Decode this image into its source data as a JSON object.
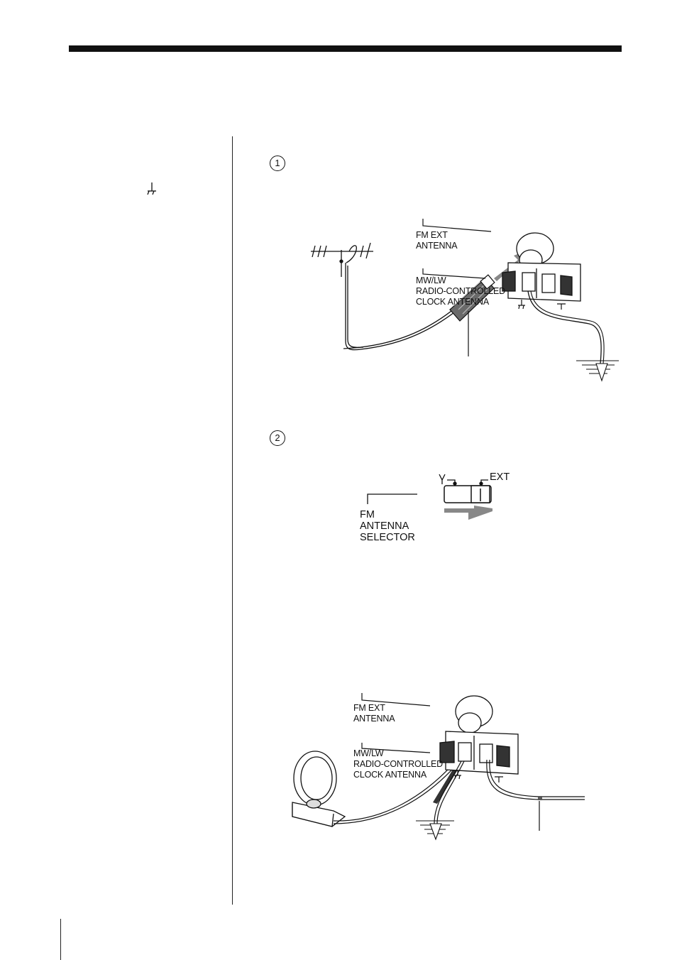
{
  "steps": {
    "step1": "1",
    "step2": "2"
  },
  "figure1": {
    "fm_ext_antenna": "FM EXT\nANTENNA",
    "mw_lw_antenna": "MW/LW\nRADIO-CONTROLLED\nCLOCK ANTENNA"
  },
  "figure2": {
    "fm_antenna_selector": "FM\nANTENNA\nSELECTOR",
    "ext_label": "EXT"
  },
  "figure3": {
    "fm_ext_antenna": "FM EXT\nANTENNA",
    "mw_lw_antenna": "MW/LW\nRADIO-CONTROLLED\nCLOCK ANTENNA"
  },
  "icons": [
    "ground-icon",
    "antenna-icon",
    "arrow-icon",
    "loop-antenna-icon",
    "ground-stake-icon"
  ]
}
